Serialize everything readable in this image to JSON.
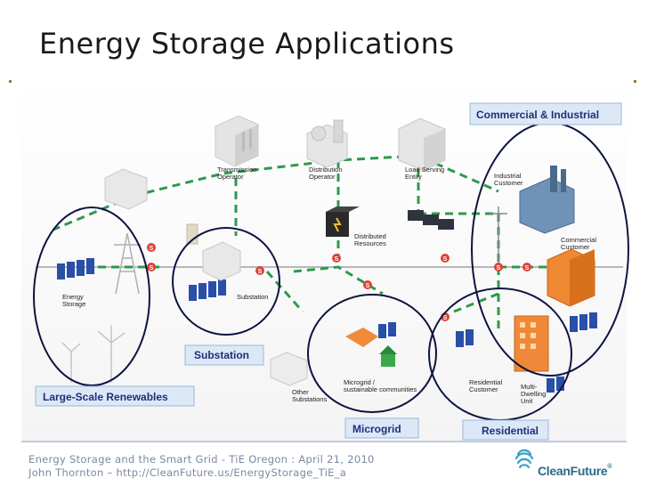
{
  "title": "Energy Storage Applications",
  "regions": {
    "commercial_industrial": "Commercial & Industrial",
    "substation": "Substation",
    "large_scale_renewables": "Large-Scale Renewables",
    "microgrid": "Microgrid",
    "residential": "Residential"
  },
  "nodes": {
    "transmission_operator": [
      "Transmission",
      "Operator"
    ],
    "distribution_operator": [
      "Distribution",
      "Operator"
    ],
    "load_serving_entity": [
      "Load Serving",
      "Entity"
    ],
    "industrial_customer": [
      "Industrial",
      "Customer"
    ],
    "distributed_resources": [
      "Distributed",
      "Resources"
    ],
    "commercial_customer": [
      "Commercial",
      "Customer"
    ],
    "energy_storage": [
      "Energy",
      "Storage"
    ],
    "substation": [
      "Substation"
    ],
    "microgrid": [
      "Microgrid /",
      "sustainable communities"
    ],
    "other_substations": [
      "Other",
      "Substations"
    ],
    "residential_customer": [
      "Residential",
      "Customer"
    ],
    "multi_dwelling_unit": [
      "Multi-",
      "Dwelling",
      "Unit"
    ]
  },
  "footer": {
    "line1": "Energy Storage and the Smart Grid  - TiE Oregon : April 21, 2010",
    "line2": "John Thornton –  http://CleanFuture.us/EnergyStorage_TiE_a"
  },
  "logo": {
    "text": "CleanFuture",
    "tm": "®"
  },
  "colors": {
    "network_line": "#2e9a4a",
    "circle": "#0d1440",
    "tag_fill": "#dce8f6",
    "tag_text": "#1e2f7a",
    "s_marker": "#d9433a"
  }
}
